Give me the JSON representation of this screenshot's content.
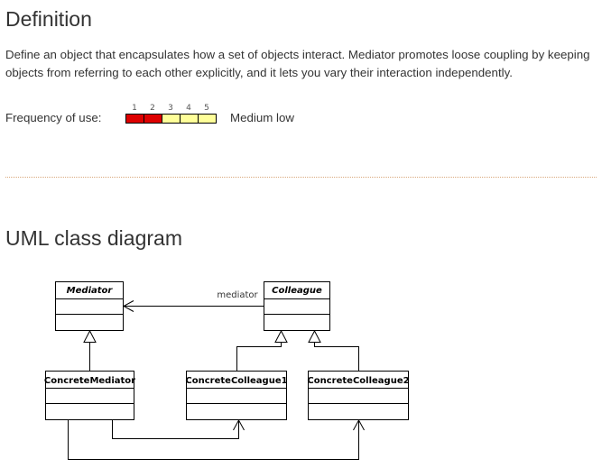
{
  "definition": {
    "title": "Definition",
    "text": "Define an object that encapsulates how a set of objects interact. Mediator promotes loose coupling by keeping objects from referring to each other explicitly, and it lets you vary their interaction independently."
  },
  "frequency": {
    "label": "Frequency of use:",
    "scale": [
      "1",
      "2",
      "3",
      "4",
      "5"
    ],
    "level": 2,
    "description": "Medium low",
    "colors": {
      "filled": "#dd0000",
      "empty": "#ffff99"
    }
  },
  "uml": {
    "title": "UML class diagram",
    "classes": {
      "mediator": "Mediator",
      "colleague": "Colleague",
      "concrete_mediator": "ConcreteMediator",
      "concrete_colleague1": "ConcreteColleague1",
      "concrete_colleague2": "ConcreteColleague2"
    },
    "association_label": "mediator"
  }
}
